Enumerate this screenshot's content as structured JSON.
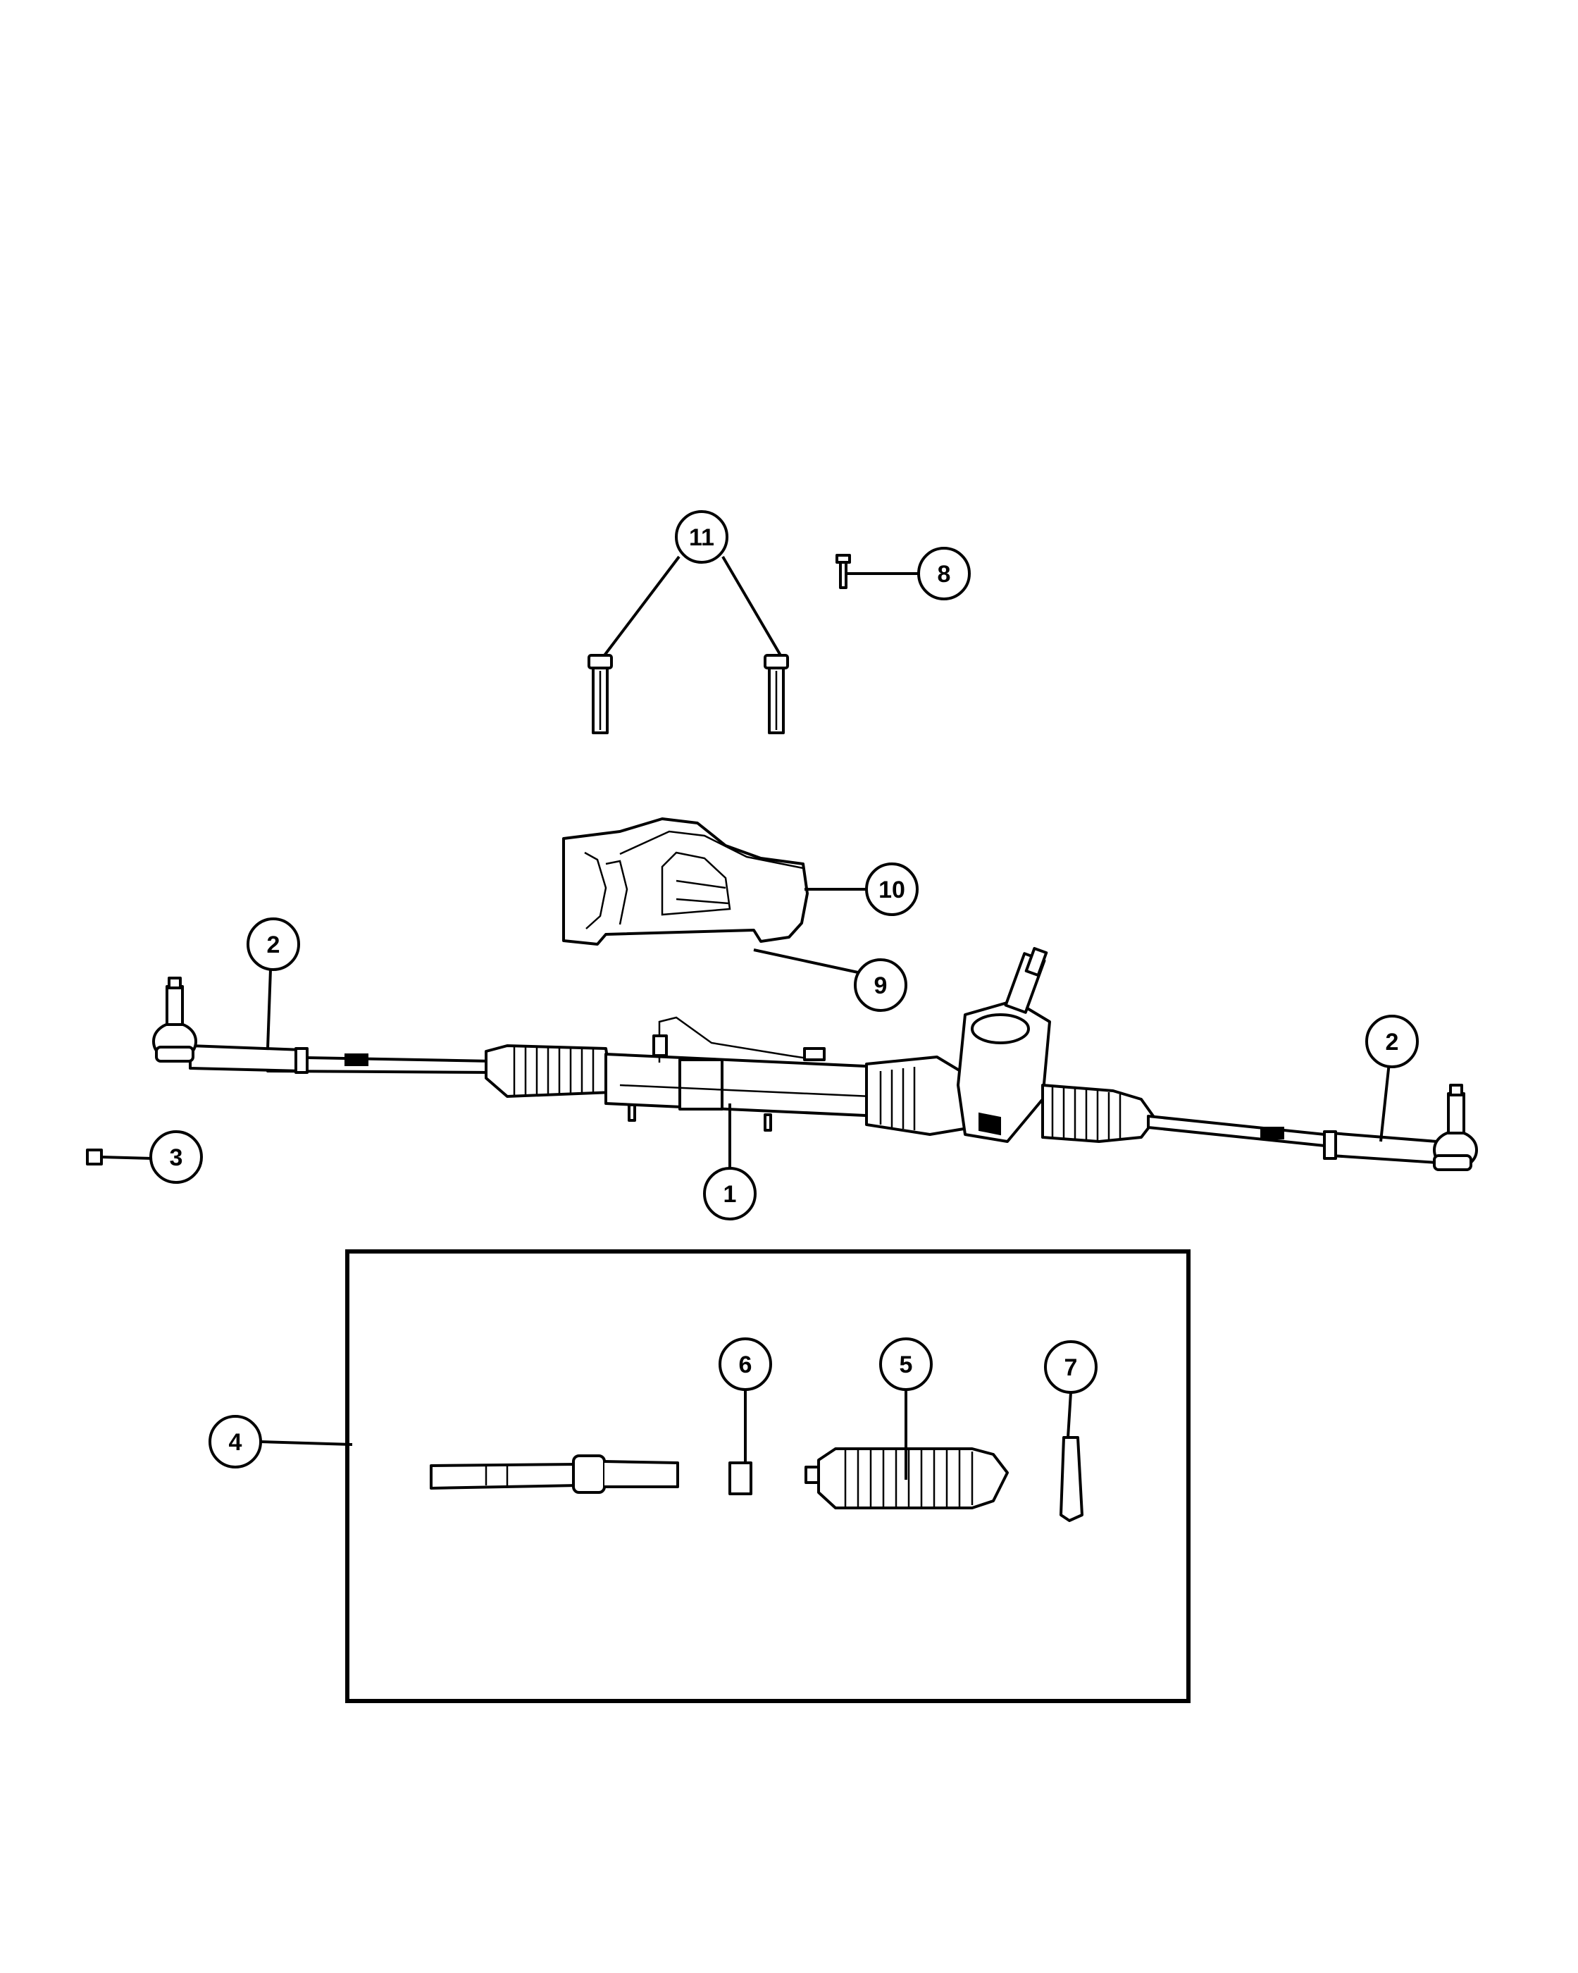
{
  "diagram": {
    "callouts": [
      {
        "id": "c1",
        "label": "1"
      },
      {
        "id": "c2a",
        "label": "2"
      },
      {
        "id": "c2b",
        "label": "2"
      },
      {
        "id": "c3",
        "label": "3"
      },
      {
        "id": "c4",
        "label": "4"
      },
      {
        "id": "c5",
        "label": "5"
      },
      {
        "id": "c6",
        "label": "6"
      },
      {
        "id": "c7",
        "label": "7"
      },
      {
        "id": "c8",
        "label": "8"
      },
      {
        "id": "c9",
        "label": "9"
      },
      {
        "id": "c10",
        "label": "10"
      },
      {
        "id": "c11",
        "label": "11"
      }
    ]
  }
}
